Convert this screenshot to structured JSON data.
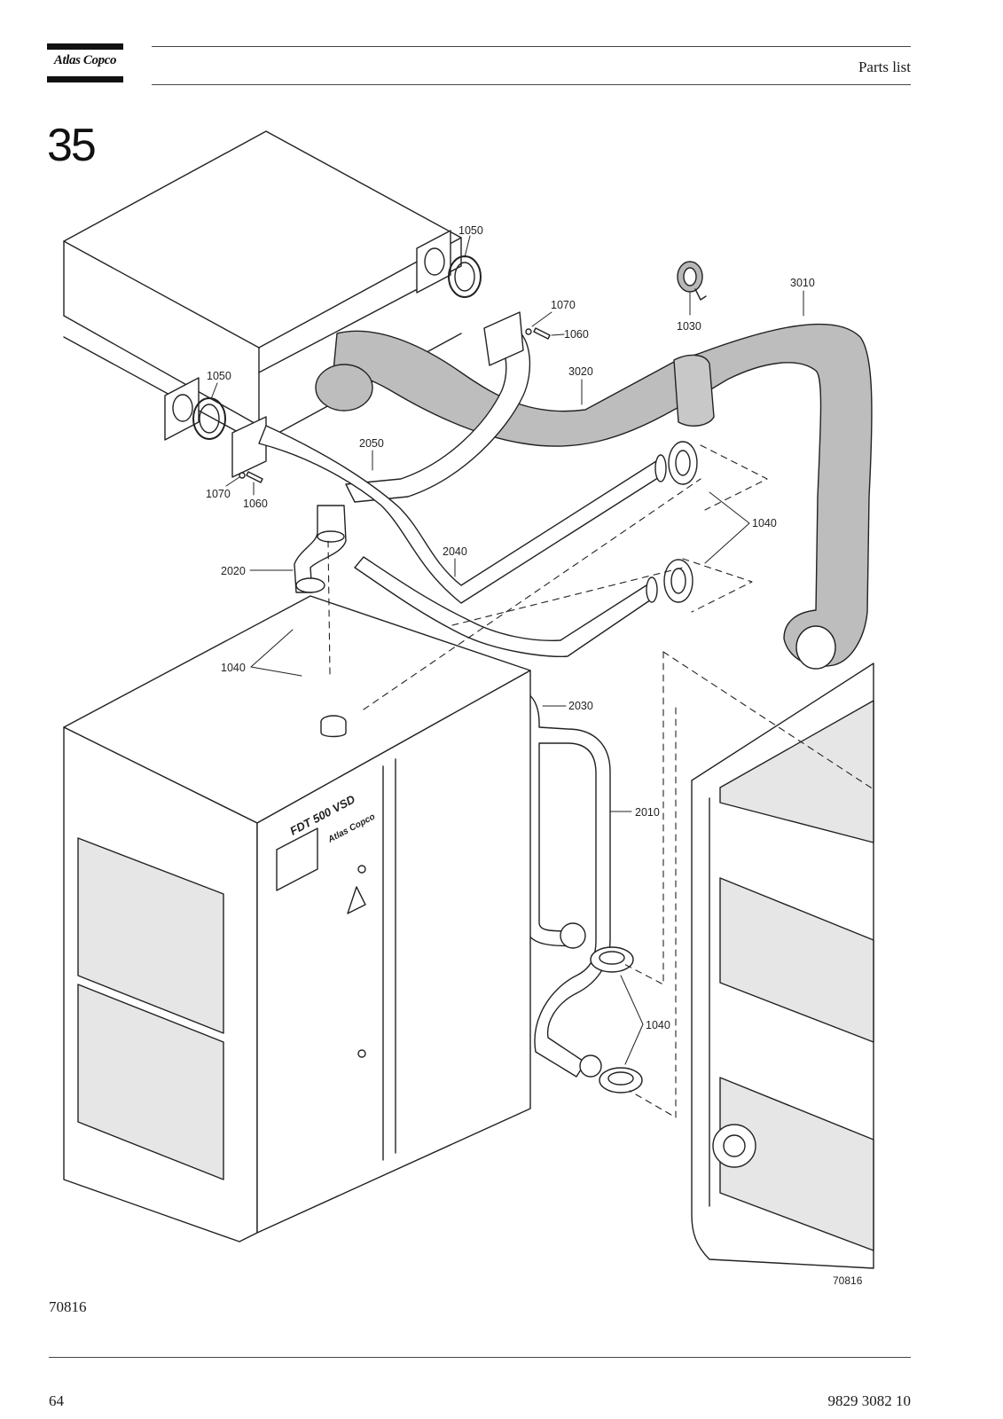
{
  "header": {
    "logo_text": "Atlas Copco",
    "title": "Parts list"
  },
  "section_number": "35",
  "drawing": {
    "figure_ref": "70816",
    "callouts": {
      "c1050a": "1050",
      "c1050b": "1050",
      "c1070a": "1070",
      "c1060a": "1060",
      "c1030": "1030",
      "c3010": "3010",
      "c3020": "3020",
      "c2050": "2050",
      "c1070b": "1070",
      "c1060b": "1060",
      "c1040a": "1040",
      "c2040": "2040",
      "c2020": "2020",
      "c1040b": "1040",
      "c2030": "2030",
      "c2010": "2010",
      "c1040c": "1040"
    },
    "machine_label": "FDT 500 VSD",
    "machine_brand": "Atlas Copco"
  },
  "figure_ref_left": "70816",
  "footer": {
    "page_number": "64",
    "doc_number": "9829 3082 10"
  }
}
